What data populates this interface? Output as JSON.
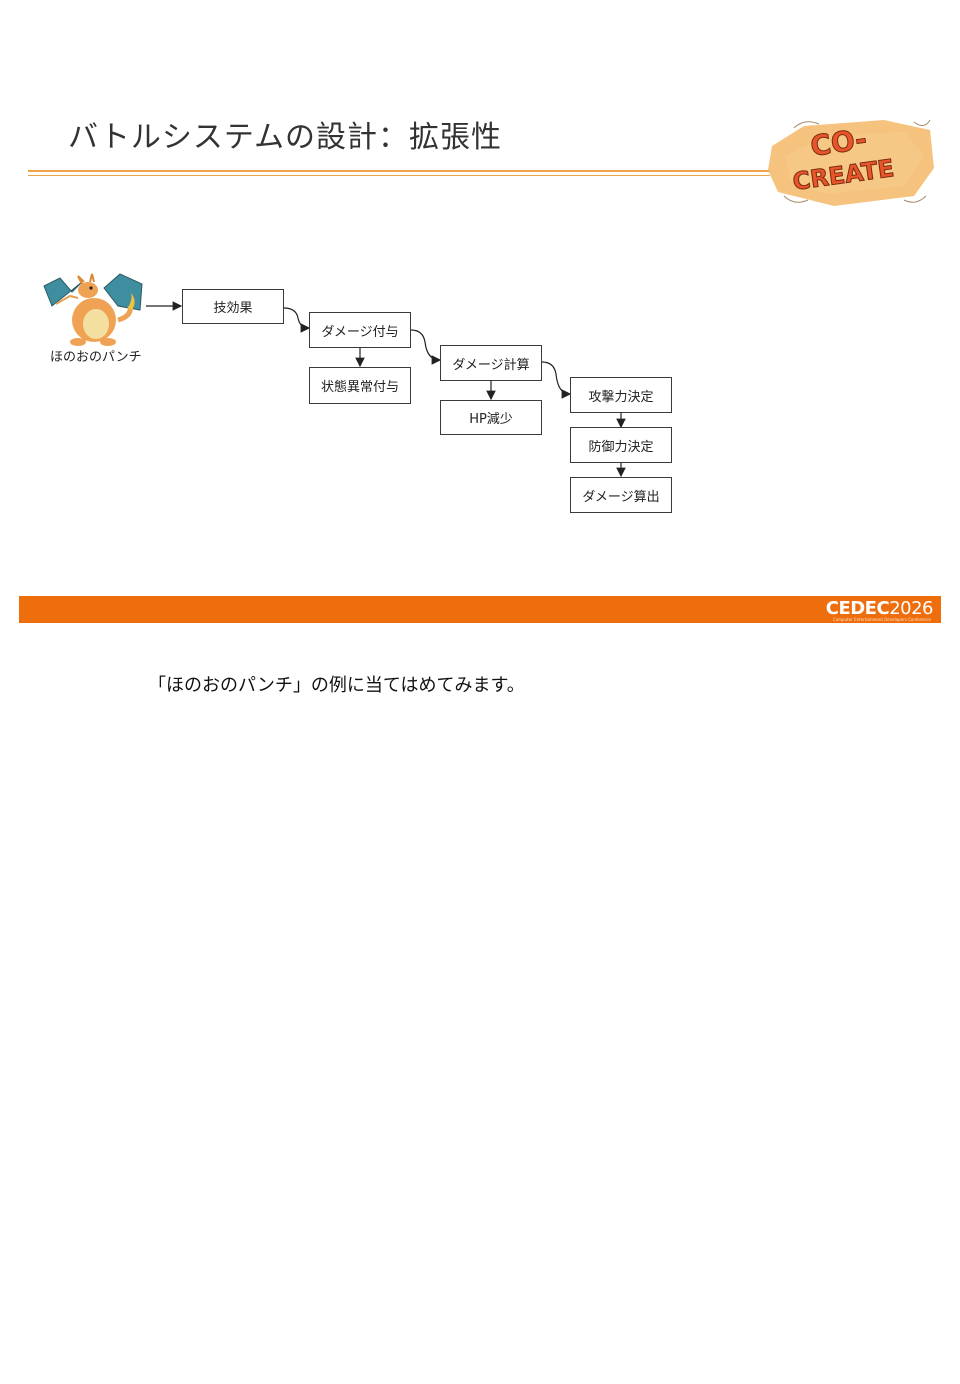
{
  "slide": {
    "title": "バトルシステムの設計：拡張性",
    "logo_text_line1": "CO-",
    "logo_text_line2": "CREATE",
    "move_name": "ほのおのパンチ",
    "boxes": {
      "effect": "技効果",
      "damage_apply": "ダメージ付与",
      "status_apply": "状態異常付与",
      "damage_calc": "ダメージ計算",
      "hp_reduce": "HP減少",
      "attack": "攻撃力決定",
      "defense": "防御力決定",
      "damage_compute": "ダメージ算出"
    },
    "footer": {
      "brand": "CEDEC",
      "year": "2026",
      "subtitle": "Computer Entertainment Developers Conference"
    }
  },
  "note": "「ほのおのパンチ」の例に当てはめてみます。",
  "colors": {
    "accent_orange": "#ee6e0d",
    "rule_orange": "#f0a24b"
  }
}
